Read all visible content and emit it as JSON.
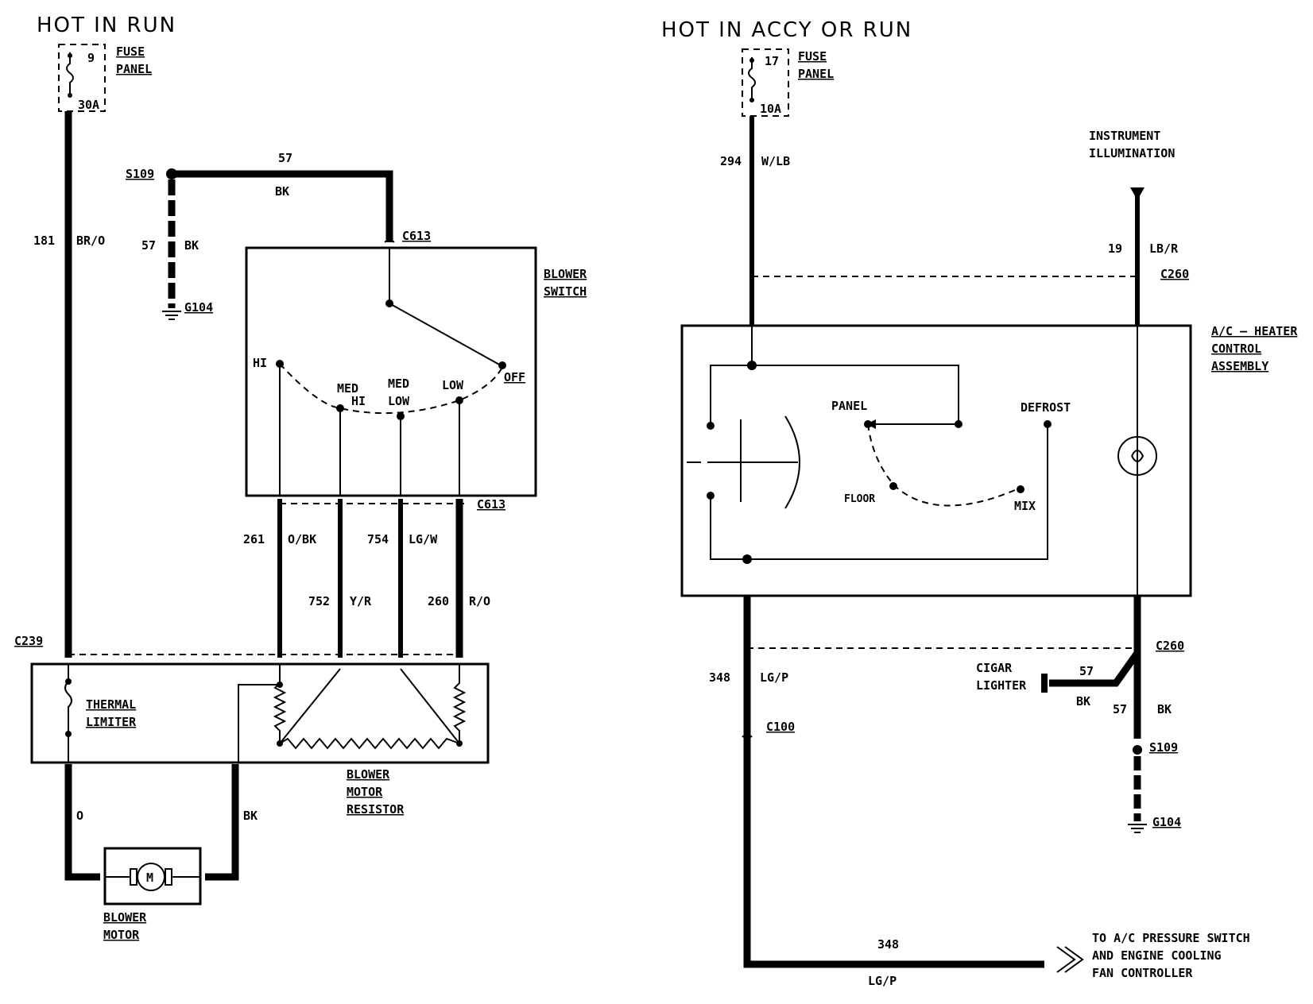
{
  "left": {
    "title": "HOT  IN  RUN",
    "fuse": {
      "number": "9",
      "rating": "30A",
      "label_line1": "FUSE",
      "label_line2": "PANEL"
    },
    "wire_181": {
      "number": "181",
      "color": "BR/O"
    },
    "splice_s109": "S109",
    "wire_57_top": {
      "number": "57",
      "color": "BK"
    },
    "wire_57_left": {
      "number": "57",
      "color": "BK"
    },
    "ground_g104": "G104",
    "connector_c613_top": "C613",
    "connector_c613_bottom": "C613",
    "blower_switch": {
      "line1": "BLOWER",
      "line2": "SWITCH"
    },
    "positions": {
      "hi": "HI",
      "med_hi_1": "MED",
      "med_hi_2": "HI",
      "med_low_1": "MED",
      "med_low_2": "LOW",
      "low": "LOW",
      "off": "OFF"
    },
    "wire_261": {
      "number": "261",
      "color": "O/BK"
    },
    "wire_754": {
      "number": "754",
      "color": "LG/W"
    },
    "wire_752": {
      "number": "752",
      "color": "Y/R"
    },
    "wire_260": {
      "number": "260",
      "color": "R/O"
    },
    "connector_c239": "C239",
    "thermal_limiter": {
      "line1": "THERMAL",
      "line2": "LIMITER"
    },
    "resistor": {
      "line1": "BLOWER",
      "line2": "MOTOR",
      "line3": "RESISTOR"
    },
    "wire_o": "O",
    "wire_bk": "BK",
    "motor_symbol": "M",
    "blower_motor": {
      "line1": "BLOWER",
      "line2": "MOTOR"
    }
  },
  "right": {
    "title": "HOT  IN  ACCY  OR  RUN",
    "fuse": {
      "number": "17",
      "rating": "10A",
      "label_line1": "FUSE",
      "label_line2": "PANEL"
    },
    "wire_294": {
      "number": "294",
      "color": "W/LB"
    },
    "illumination": {
      "line1": "INSTRUMENT",
      "line2": "ILLUMINATION"
    },
    "wire_19": {
      "number": "19",
      "color": "LB/R"
    },
    "connector_c260_top": "C260",
    "control_assembly": {
      "line1": "A/C – HEATER",
      "line2": "CONTROL",
      "line3": "ASSEMBLY"
    },
    "modes": {
      "panel": "PANEL",
      "defrost": "DEFROST",
      "floor": "FLOOR",
      "mix": "MIX"
    },
    "wire_348": {
      "number": "348",
      "color": "LG/P"
    },
    "connector_c260_bottom": "C260",
    "cigar_lighter": {
      "line1": "CIGAR",
      "line2": "LIGHTER"
    },
    "wire_57_lighter": {
      "number": "57",
      "color": "BK"
    },
    "wire_57_down": {
      "number": "57",
      "color": "BK"
    },
    "connector_c100": "C100",
    "splice_s109": "S109",
    "ground_g104": "G104",
    "wire_348_bottom": {
      "number": "348",
      "color": "LG/P"
    },
    "destination": {
      "line1": "TO A/C PRESSURE SWITCH",
      "line2": "AND ENGINE COOLING",
      "line3": "FAN CONTROLLER"
    }
  }
}
